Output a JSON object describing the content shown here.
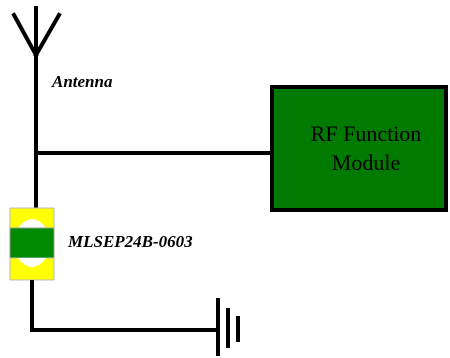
{
  "antenna": {
    "label": "Antenna"
  },
  "module": {
    "line1": "RF Function",
    "line2": "Module",
    "fill_color": "#007a00",
    "border_color": "#000000"
  },
  "component": {
    "label": "MLSEP24B-0603",
    "body_color": "#008a00",
    "terminal_color": "#ffff00"
  },
  "icons": {
    "antenna": "antenna-icon",
    "ground": "ground-icon"
  }
}
